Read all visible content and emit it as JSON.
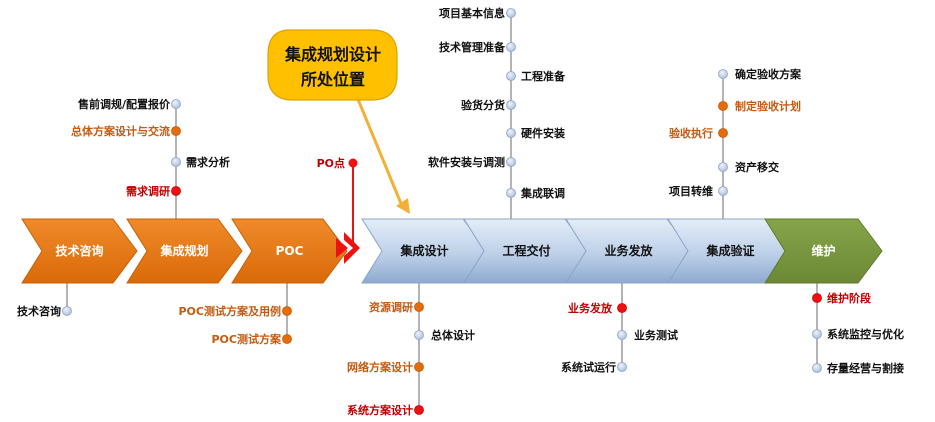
{
  "colors": {
    "orange": "#E4740F",
    "blue_light": "#DCE7F4",
    "blue_dark": "#8CA9D0",
    "green": "#76923C",
    "dot_blue": "#C6D5EA",
    "dot_orange": "#E46C0A",
    "dot_red": "#EE1111",
    "text_dark": "#111111",
    "text_orange": "#C55A11",
    "text_red": "#C00000",
    "callout_fill": "#FFC000"
  },
  "callout": {
    "line1": "集成规划设计",
    "line2": "所处位置"
  },
  "po_marker": {
    "label": "PO点"
  },
  "stages": [
    {
      "id": "stage-tech-consult",
      "label": "技术咨询",
      "kind": "orange"
    },
    {
      "id": "stage-integration-plan",
      "label": "集成规划",
      "kind": "orange"
    },
    {
      "id": "stage-poc",
      "label": "POC",
      "kind": "orange"
    },
    {
      "id": "stage-integration-design",
      "label": "集成设计",
      "kind": "blue"
    },
    {
      "id": "stage-engineering-delivery",
      "label": "工程交付",
      "kind": "blue"
    },
    {
      "id": "stage-service-launch",
      "label": "业务发放",
      "kind": "blue"
    },
    {
      "id": "stage-integration-verify",
      "label": "集成验证",
      "kind": "blue"
    },
    {
      "id": "stage-maintenance",
      "label": "维护",
      "kind": "green"
    }
  ],
  "branches": {
    "plan_up": [
      {
        "label": "售前调规/配置报价",
        "dot": "blue",
        "color": "dark"
      },
      {
        "label": "总体方案设计与交流",
        "dot": "orange",
        "color": "orange"
      },
      {
        "label": "需求分析",
        "dot": "blue",
        "color": "dark"
      },
      {
        "label": "需求调研",
        "dot": "red",
        "color": "red"
      }
    ],
    "delivery_up": [
      {
        "label": "项目基本信息",
        "dot": "blue",
        "color": "dark"
      },
      {
        "label": "技术管理准备",
        "dot": "blue",
        "color": "dark"
      },
      {
        "label": "工程准备",
        "dot": "blue",
        "color": "dark"
      },
      {
        "label": "验货分货",
        "dot": "blue",
        "color": "dark"
      },
      {
        "label": "硬件安装",
        "dot": "blue",
        "color": "dark"
      },
      {
        "label": "软件安装与调测",
        "dot": "blue",
        "color": "dark"
      },
      {
        "label": "集成联调",
        "dot": "blue",
        "color": "dark"
      }
    ],
    "verify_up": [
      {
        "label": "确定验收方案",
        "dot": "blue",
        "color": "dark"
      },
      {
        "label": "制定验收计划",
        "dot": "orange",
        "color": "orange"
      },
      {
        "label": "验收执行",
        "dot": "orange",
        "color": "orange"
      },
      {
        "label": "资产移交",
        "dot": "blue",
        "color": "dark"
      },
      {
        "label": "项目转维",
        "dot": "blue",
        "color": "dark"
      }
    ],
    "consult_down": [
      {
        "label": "技术咨询",
        "dot": "blue",
        "color": "dark"
      }
    ],
    "poc_down": [
      {
        "label": "POC测试方案及用例",
        "dot": "orange",
        "color": "orange"
      },
      {
        "label": "POC测试方案",
        "dot": "orange",
        "color": "orange"
      }
    ],
    "design_down": [
      {
        "label": "资源调研",
        "dot": "orange",
        "color": "orange"
      },
      {
        "label": "总体设计",
        "dot": "blue",
        "color": "dark"
      },
      {
        "label": "网络方案设计",
        "dot": "orange",
        "color": "orange"
      },
      {
        "label": "系统方案设计",
        "dot": "red",
        "color": "red"
      }
    ],
    "launch_down": [
      {
        "label": "业务发放",
        "dot": "red",
        "color": "red"
      },
      {
        "label": "业务测试",
        "dot": "blue",
        "color": "dark"
      },
      {
        "label": "系统试运行",
        "dot": "blue",
        "color": "dark"
      }
    ],
    "maint_down": [
      {
        "label": "维护阶段",
        "dot": "red",
        "color": "red"
      },
      {
        "label": "系统监控与优化",
        "dot": "blue",
        "color": "dark"
      },
      {
        "label": "存量经营与割接",
        "dot": "blue",
        "color": "dark"
      }
    ]
  }
}
